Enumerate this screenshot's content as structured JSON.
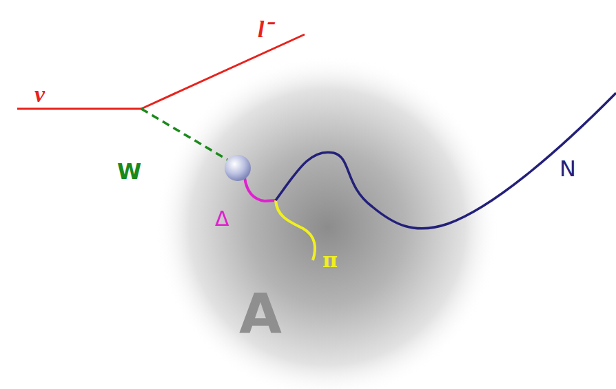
{
  "diagram": {
    "nodes": [
      {
        "text": [
          "A"
        ]
      }
    ],
    "labels": [
      "ν",
      "l⁻",
      "W",
      "Δ",
      "π",
      "N"
    ]
  }
}
